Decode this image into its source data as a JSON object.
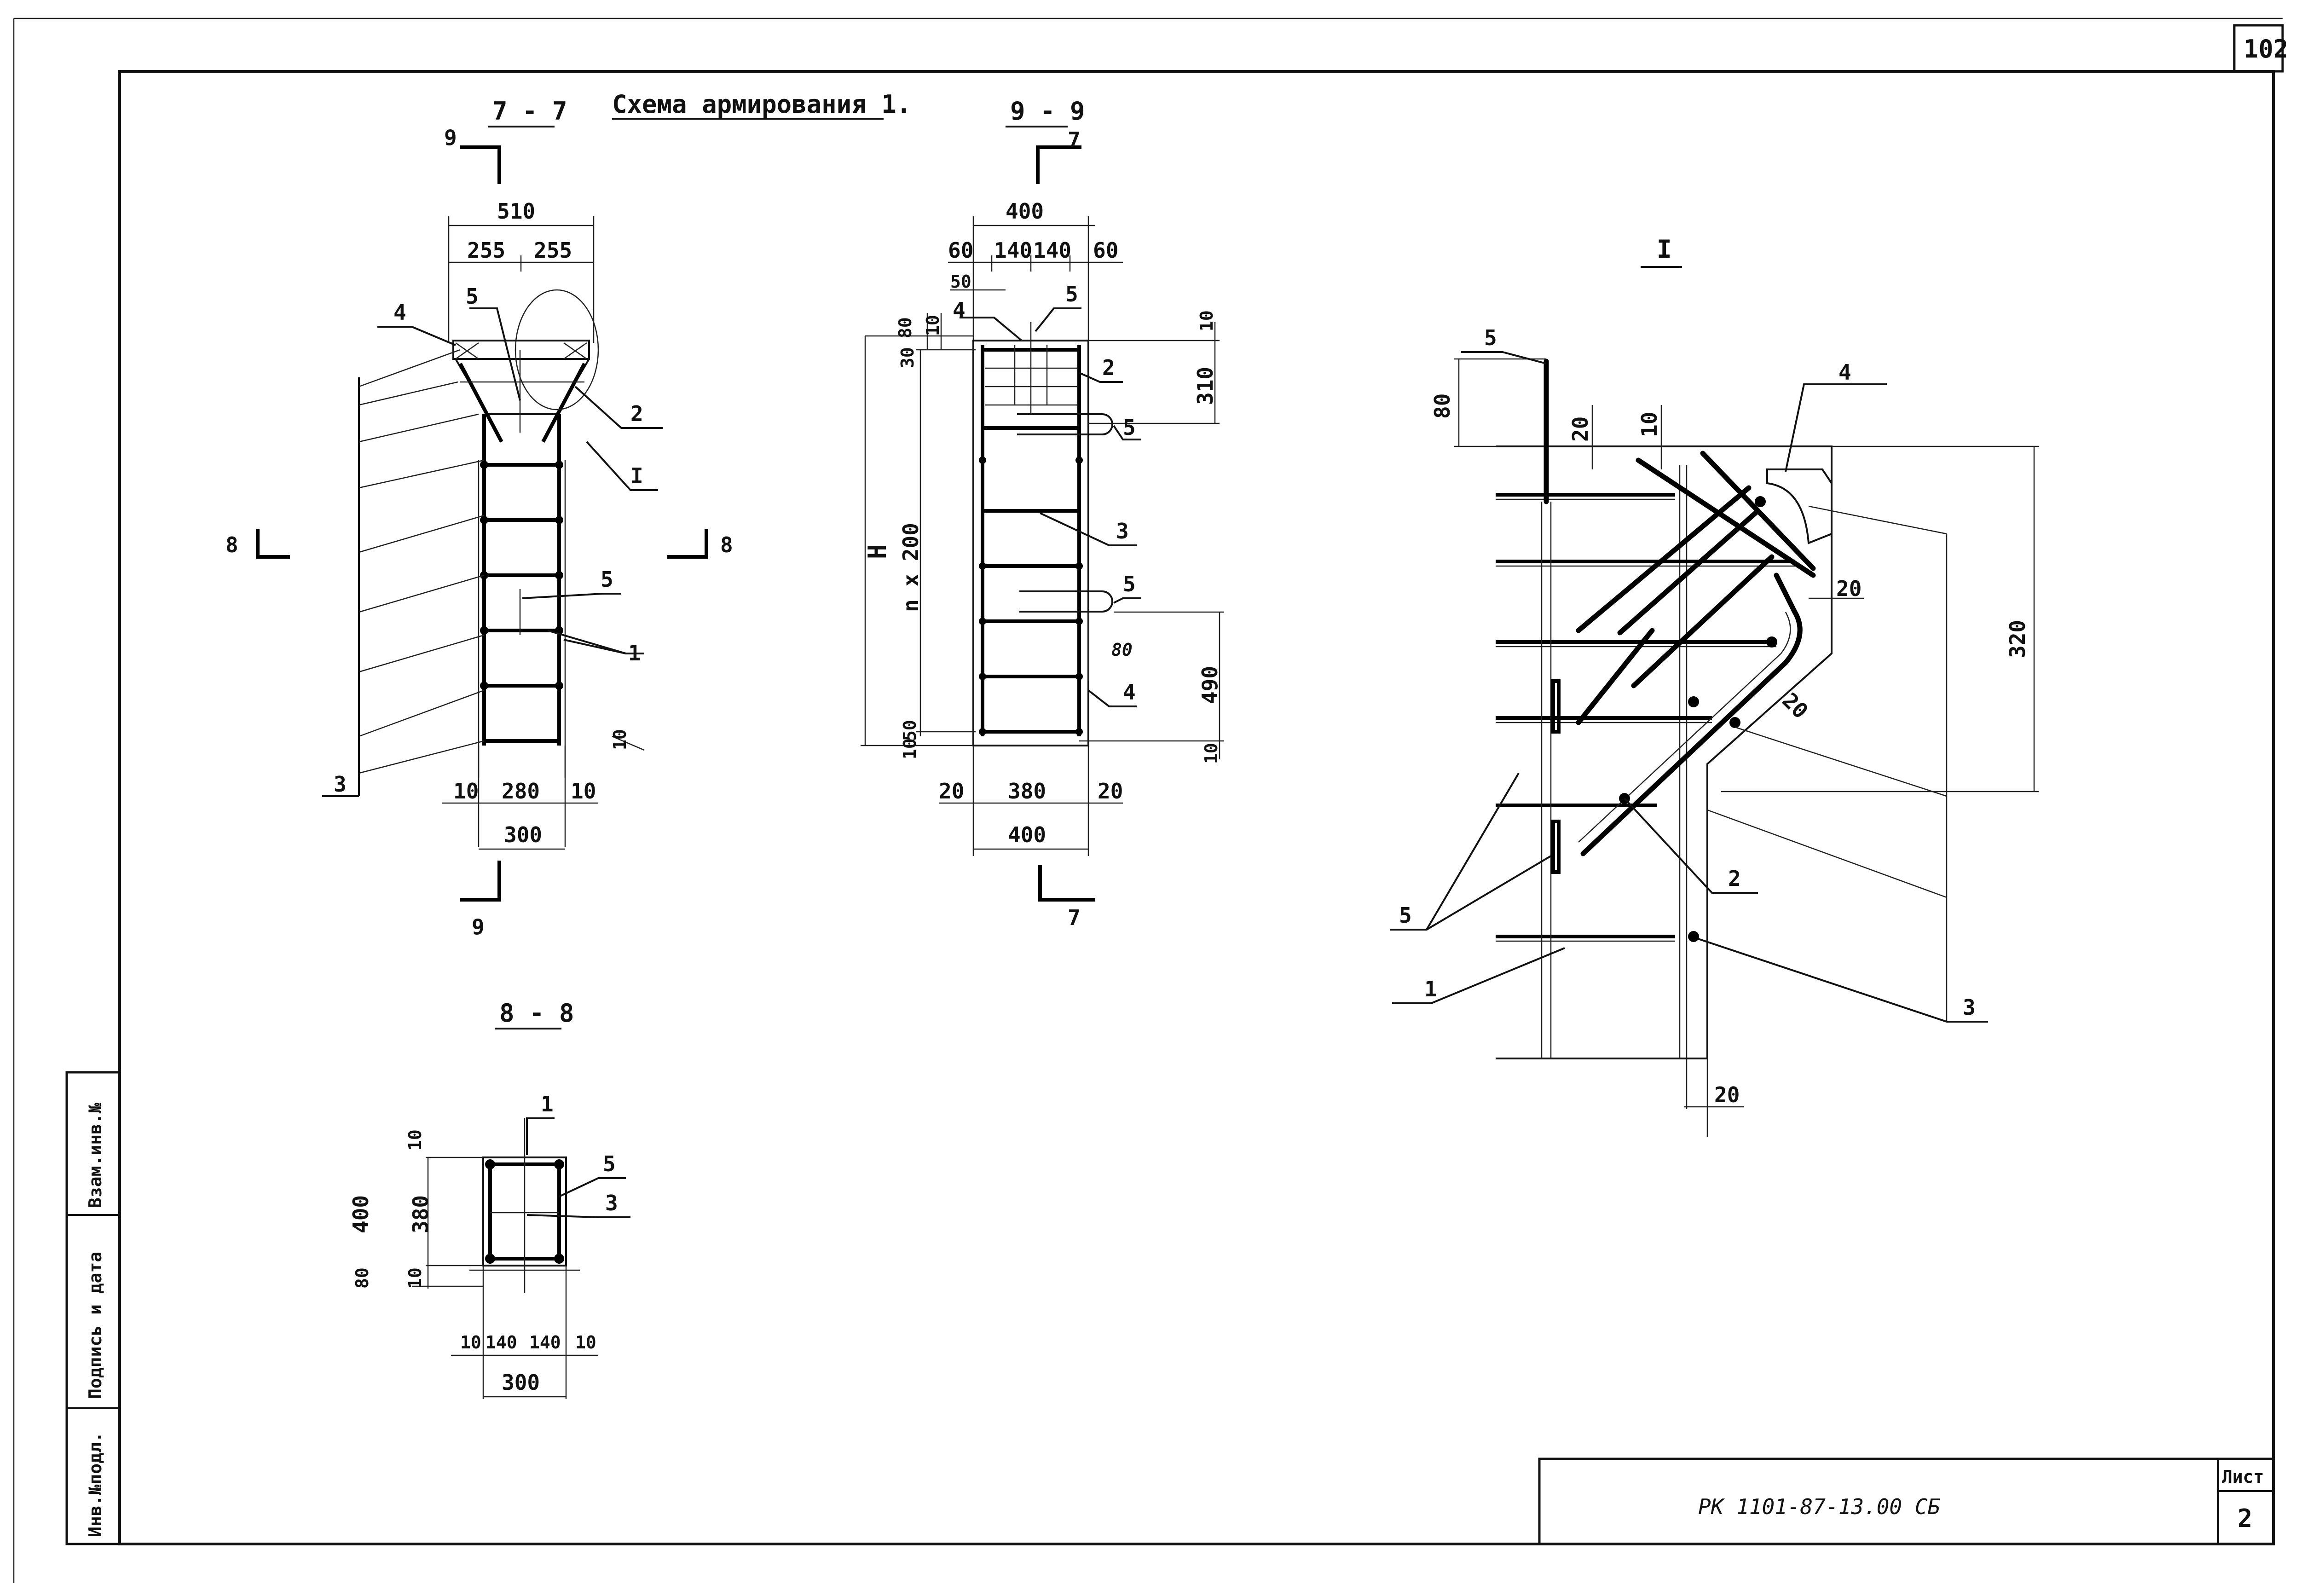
{
  "sheet": {
    "sheet_number_top": "102",
    "title": "Схема армирования 1.",
    "doc_code": "РК 1101-87-13.00 СБ",
    "sheet_label": "Лист",
    "sheet_no": "2"
  },
  "stamp": {
    "inv_podl": "Инв.№подл.",
    "podpis_data": "Подпись и дата",
    "vzam_inv": "Взам.инв.№"
  },
  "section_77": {
    "title": "7 - 7",
    "cut_top": "9",
    "cut_bottom": "9",
    "cut_left": "8",
    "cut_right": "8",
    "dims": {
      "w510": "510",
      "d255a": "255",
      "d255b": "255",
      "d10l": "10",
      "d280": "280",
      "d10r": "10",
      "d300": "300",
      "d10v": "10"
    },
    "callouts": {
      "p4": "4",
      "p5": "5",
      "p2": "2",
      "node": "I",
      "p5b": "5",
      "p1": "1",
      "p3": "3"
    }
  },
  "section_99": {
    "title": "9 - 9",
    "cut_top": "7",
    "cut_bottom": "7",
    "dims": {
      "w400": "400",
      "d60a": "60",
      "d140a": "140",
      "d140b": "140",
      "d60b": "60",
      "d50": "50",
      "d80": "80",
      "d10a": "10",
      "d30": "30",
      "d10b": "10",
      "d310": "310",
      "h": "H",
      "n200": "n x 200",
      "d50b": "50",
      "d10c": "10",
      "d80b": "80",
      "d490": "490",
      "d10d": "10",
      "d20a": "20",
      "d380": "380",
      "d20b": "20",
      "w400b": "400"
    },
    "callouts": {
      "p4": "4",
      "p5": "5",
      "p2": "2",
      "p5b": "5",
      "p3": "3",
      "p5c": "5",
      "p4b": "4"
    }
  },
  "node_I": {
    "title": "I",
    "dims": {
      "d80": "80",
      "d20a": "20",
      "d10": "10",
      "d20b": "20",
      "d20c": "20",
      "d320": "320",
      "d20d": "20"
    },
    "callouts": {
      "p5": "5",
      "p4": "4",
      "p5b": "5",
      "p1": "1",
      "p2": "2",
      "p3": "3"
    }
  },
  "section_88": {
    "title": "8 - 8",
    "dims": {
      "d10a": "10",
      "d400": "400",
      "d380": "380",
      "d80": "80",
      "d10b": "10",
      "d10c": "10",
      "d140a": "140",
      "d140b": "140",
      "d10d": "10",
      "d300": "300"
    },
    "callouts": {
      "p1": "1",
      "p5": "5",
      "p3": "3"
    }
  }
}
